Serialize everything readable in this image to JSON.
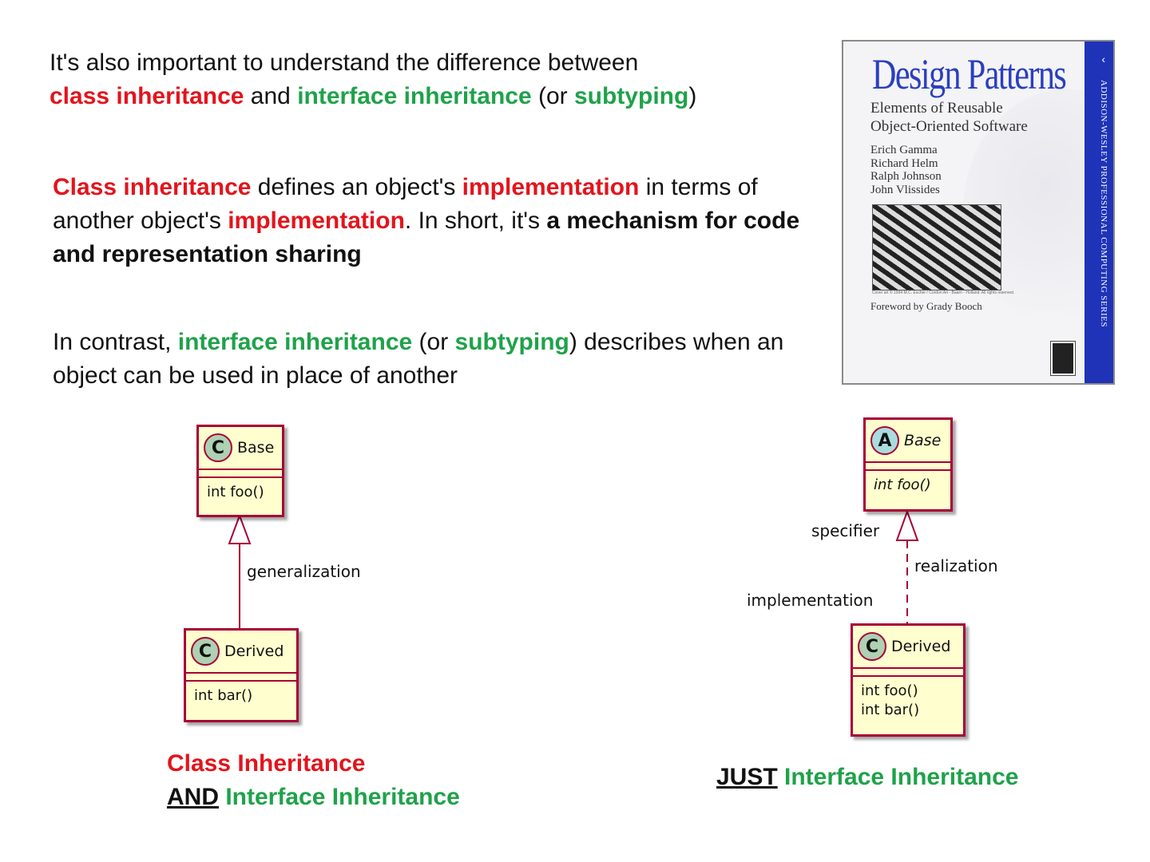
{
  "p1": {
    "l1": "It's also important to understand the difference between",
    "class_inheritance": "class inheritance",
    "and": " and ",
    "interface_inheritance": "interface inheritance",
    "or": " (or ",
    "subtyping": "subtyping",
    "close": ")"
  },
  "p2": {
    "class_inheritance": "Class inheritance",
    "t1": " defines an object's ",
    "implementation1": "implementation",
    "t2": " in terms of another object's ",
    "implementation2": "implementation",
    "t3": ". In short, it's ",
    "mechanism": "a mechanism for code and representation sharing"
  },
  "p3": {
    "t1": "In contrast, ",
    "interface_inheritance": "interface inheritance",
    "t2": " (or ",
    "subtyping": "subtyping",
    "t3": ") describes when an object can be used in place of another"
  },
  "cover": {
    "title": "Design Patterns",
    "sub1": "Elements of Reusable",
    "sub2": "Object-Oriented Software",
    "authors": [
      "Erich Gamma",
      "Richard Helm",
      "Ralph Johnson",
      "John Vlissides"
    ],
    "credit": "Cover art © 1994 M.C. Escher / Cordon Art - Baarn - Holland. All rights reserved.",
    "foreword": "Foreword by Grady Booch",
    "spine": "ADDISON-WESLEY PROFESSIONAL COMPUTING SERIES"
  },
  "diagram_left": {
    "base": {
      "badge": "C",
      "name": "Base",
      "method": "int foo()"
    },
    "derived": {
      "badge": "C",
      "name": "Derived",
      "method": "int bar()"
    },
    "relation_label": "generalization"
  },
  "diagram_right": {
    "base": {
      "badge": "A",
      "name": "Base",
      "method": "int foo()"
    },
    "derived": {
      "badge": "C",
      "name": "Derived",
      "methods": [
        "int foo()",
        "int bar()"
      ]
    },
    "label_specifier": "specifier",
    "label_realization": "realization",
    "label_implementation": "implementation"
  },
  "caption_left": {
    "line1": "Class Inheritance",
    "and": "AND",
    "line2": " Interface Inheritance"
  },
  "caption_right": {
    "just": "JUST",
    "rest": " Interface Inheritance"
  },
  "colors": {
    "red": "#e3141c",
    "green": "#1fa24a",
    "uml_border": "#a80036",
    "uml_fill": "#fefece"
  }
}
